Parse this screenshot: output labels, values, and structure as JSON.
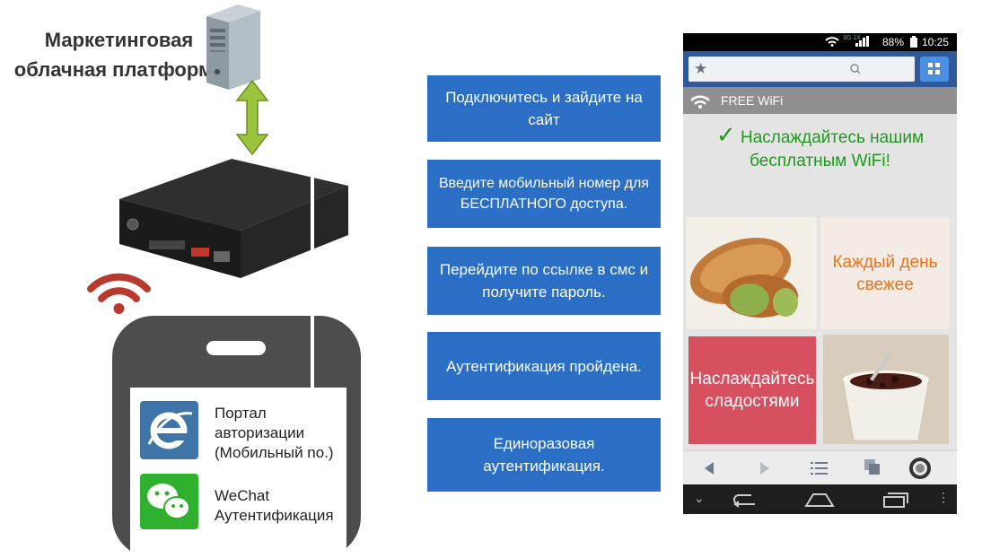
{
  "platform": {
    "title": "Маркетинговая облачная платформа"
  },
  "steps": [
    {
      "label": "Подключитесь и зайдите на сайт"
    },
    {
      "label": "Введите мобильный номер для БЕСПЛАТНОГО доступа."
    },
    {
      "label": "Перейдите по ссылке в смс и получите пароль."
    },
    {
      "label": "Аутентификация пройдена."
    },
    {
      "label": "Единоразовая аутентификация."
    }
  ],
  "phone_legend": [
    {
      "label": "Портал авторизации (Мобильный no.)",
      "icon": "internet-explorer-icon"
    },
    {
      "label": "WeChat Аутентификация",
      "icon": "wechat-icon"
    }
  ],
  "android": {
    "status": {
      "battery": "88%",
      "time": "10:25",
      "network": "3G 1X"
    },
    "wifi_label": "FREE WiFi",
    "welcome_check": "✓",
    "welcome": "Наслаждайтесь нашим бесплатным WiFi!",
    "tile_fresh": "Каждый день свежее",
    "tile_sweets": "Наслаждайтесь сладостями"
  },
  "colors": {
    "step_blue": "#2a6ec6",
    "fresh_orange": "#e8731c",
    "sweets_red": "#d6505f",
    "welcome_green": "#1d9a1d",
    "wifi_red": "#b83a2e"
  }
}
